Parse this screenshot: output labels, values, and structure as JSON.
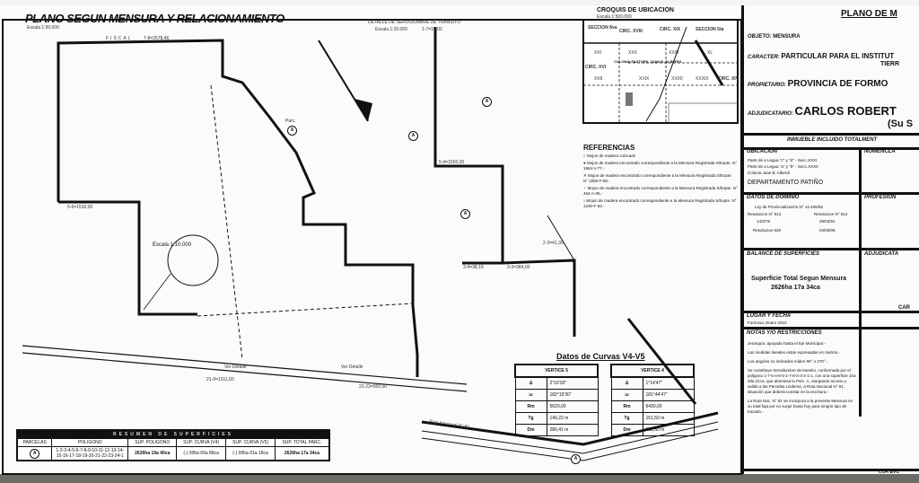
{
  "plan": {
    "title": "PLANO SEGUN MENSURA Y RELACIONAMIENTO",
    "scale": "Escala 1:50.000",
    "inner_scale": "Escala 1:10.000",
    "top_label": "FISCAL",
    "parcel_label": "Parc.",
    "parcel_letter": "A",
    "road_labels": [
      "Ver Detalle",
      "Ver Detalle"
    ],
    "measures": [
      "5-4=1550,00",
      "3-4=38,19",
      "3-3=384,00",
      "2-3=41,30",
      "7-8=2578,46",
      "21-9=1011,50",
      "22-23=950,00",
      "5-6=1510,00"
    ]
  },
  "detail": {
    "title": "DETALLE DE SERVIDUMBRE DE TRANSITO",
    "scale": "Escala 1:20.000",
    "measure": "1-7=15,00"
  },
  "croquis": {
    "title": "CROQUIS DE UBICACION",
    "scale": "Escala 1:500.000",
    "labels": [
      "SECCION 8va",
      "CIRC. XVIII",
      "CIRC. XIX",
      "SECCION 5ta",
      "CIRC. XVI",
      "CIRC. XIV",
      "COLONIA PASTORIL JUAN B. ALBERDI",
      "XXI",
      "XXX",
      "XXXI",
      "XL",
      "XXII",
      "XXIX",
      "XXXII",
      "XXXIX"
    ]
  },
  "referencias": {
    "title": "REFERENCIAS",
    "items": [
      "Mojon de madera colocado",
      "Mojon de madera encontrado correspondiente a la Mensura Registrada S/Expte. N° 1664-V-77.-",
      "Mojon de madera encontrado correspondiente a la Mensura Registrada S/Expte. N° 2050-F-80.-",
      "Mojon de madera encontrado correspondiente a la Mensura Registrada S/Expte. N° 464-A-05.-",
      "Mojon de madera encontrado correspondiente a la Mensura Registrada S/Expte. N° 1230-F-82.-"
    ]
  },
  "curves": {
    "title": "Datos de Curvas V4-V5",
    "tables": [
      {
        "header": "VERTICE 5",
        "rows": [
          [
            "Δ",
            "2°16'30\""
          ],
          [
            "ω",
            "182°19'30\""
          ],
          [
            "Rm",
            "5620,00"
          ],
          [
            "Tg",
            "140,22 m"
          ],
          [
            "Dm",
            "280,41 m"
          ]
        ]
      },
      {
        "header": "VERTICE 4",
        "rows": [
          [
            "Δ",
            "1°14'47\""
          ],
          [
            "ω",
            "181°44'47\""
          ],
          [
            "Rm",
            "6430,00"
          ],
          [
            "Tg",
            "151,50 m"
          ],
          [
            "Dm",
            "302,50 m"
          ]
        ]
      }
    ],
    "road": "Ruta Nacional N° 81"
  },
  "superficies": {
    "title": "RESUMEN DE SUPERFICIES",
    "headers": [
      "PARCELAS",
      "POLIGONO",
      "SUP. POLIGONO",
      "SUP. CURVA (V4)",
      "SUP. CURVA (V5)",
      "SUP. TOTAL PARC."
    ],
    "row": [
      "A",
      "1-2-3-4-5-6-7-8-9-10-11-12-13-14-15-16-17-18-19-20-21-22-23-24-1",
      "2626ha 19a 40ca",
      "(-) 00ha 00a 88ca",
      "(-) 00ha 01a 18ca",
      "2626ha 17a 34ca"
    ]
  },
  "title_block": {
    "heading": "PLANO DE M",
    "objeto_label": "OBJETO:",
    "objeto": "MENSURA",
    "caracter_label": "CARACTER:",
    "caracter": "PARTICULAR PARA EL INSTITUT",
    "caracter2": "TIERR",
    "propietario_label": "PROPIETARIO:",
    "propietario": "PROVINCIA DE FORMO",
    "adjudicatario_label": "ADJUDICATARIO:",
    "adjudicatario": "CARLOS ROBERT",
    "adjudicatario2": "(Su S",
    "inmueble": "INMUEBLE INCLUIDO TOTALMENT",
    "ubicacion_title": "UBICACION",
    "ubicacion": [
      "Parte de a Legua \"c\" y \"d\" - Secc.XXXI",
      "Parte de a Legua \"a\" y \"b\" - Secc.XXXII",
      "Colonia Juan B. Alberdi"
    ],
    "departamento": "DEPARTAMENTO PATIÑO",
    "nomenclatura_title": "NOMENCLA",
    "dominio_title": "DATOS DE DOMINIO",
    "dominio": [
      "Ley de Provincialización N° 14.408/55",
      "Resolucion N° 812",
      "Resolucion N° 812",
      "14/3/78",
      "29/03/91",
      "Resolucion 630",
      "04/06/06"
    ],
    "profesional_title": "PROFESION",
    "balance_title": "BALANCE DE SUPERFICIES",
    "balance_text": "Superficie Total Segun Mensura",
    "balance_value": "2626ha 17a 34ca",
    "adjudicatario_col": "ADJUDICATA",
    "car_label": "CAR",
    "lugar_title": "LUGAR Y FECHA",
    "lugar": "Formosa, Enero 2010",
    "notas_title": "NOTAS Y/O RESTRICCIONES",
    "notas": [
      "Jerarquía: apoyada hasta el Eje Municipal.-",
      "Las medidas lineales estan expresadas en metros.-",
      "Los angulos no indicados miden 90° o 270°.-",
      "Se constituye Servidumbre de transito, conformada por el poligono 1-7-5-4-6-5-1-7-8-4-3-2-1-1, con una superficie 1ha 30a 21ca, que atraviesa la Parc. A, otorgando acceso y salida a las Parcelas Linderas, a Ruta Nacional N° 81, situación que deberá constar en la escritura.-",
      "La Ruta Nac. N° 81 se incorpora a la presente Mensura en su total faja por no surgir hasta hoy para ningún tipo de trazado.-"
    ],
    "footer": "COF. EVC"
  },
  "colors": {
    "ink": "#111111",
    "paper": "#fbfbfa",
    "edge": "#6b6b68"
  }
}
